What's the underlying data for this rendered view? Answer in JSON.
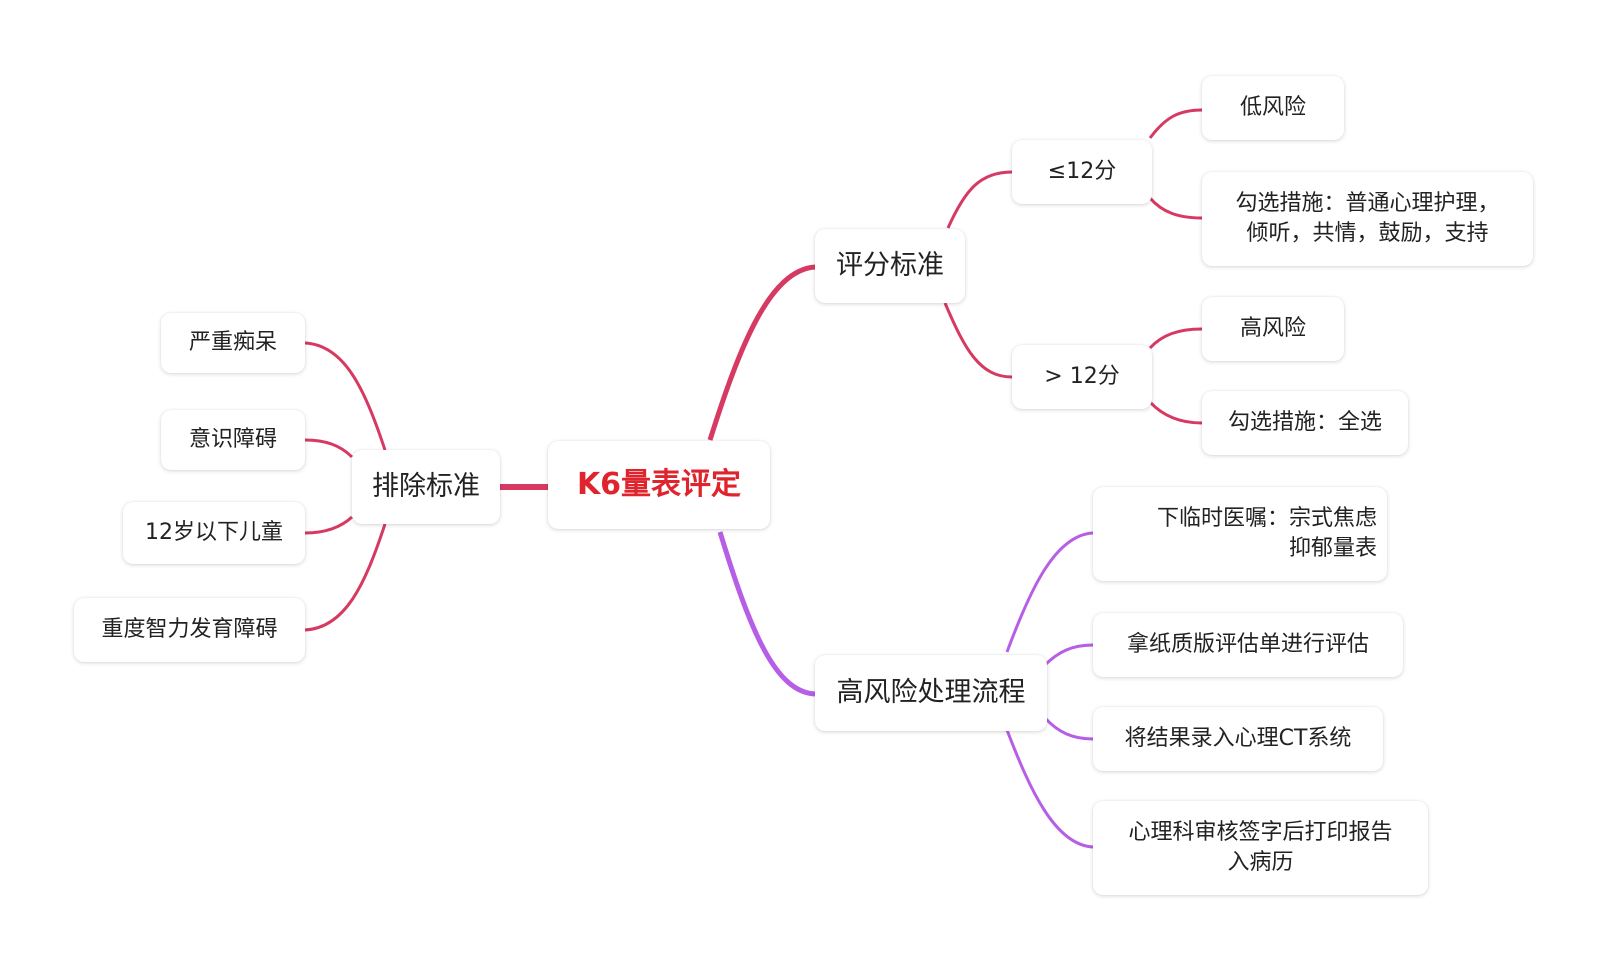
{
  "colors": {
    "root_text": "#e0242d",
    "edge_red": "#d63a62",
    "edge_purple": "#b65ee6",
    "node_text": "#222222",
    "background": "#ffffff"
  },
  "root": {
    "label": "K6量表评定"
  },
  "exclusion": {
    "label": "排除标准",
    "items": [
      {
        "label": "严重痴呆"
      },
      {
        "label": "意识障碍"
      },
      {
        "label": "12岁以下儿童"
      },
      {
        "label": "重度智力发育障碍"
      }
    ]
  },
  "scoring": {
    "label": "评分标准",
    "low": {
      "label": "≤12分",
      "risk": "低风险",
      "measure": "勾选措施：普通心理护理，\n倾听，共情，鼓励，支持"
    },
    "high": {
      "label": "> 12分",
      "risk": "高风险",
      "measure": "勾选措施：全选"
    }
  },
  "process": {
    "label": "高风险处理流程",
    "steps": [
      {
        "label": "下临时医嘱：宗式焦虑\n抑郁量表"
      },
      {
        "label": "拿纸质版评估单进行评估"
      },
      {
        "label": "将结果录入心理CT系统"
      },
      {
        "label": "心理科审核签字后打印报告\n入病历"
      }
    ]
  }
}
